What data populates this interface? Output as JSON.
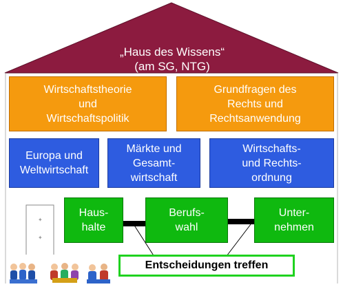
{
  "colors": {
    "roof": "#8c1b3f",
    "orange": "#f59a0e",
    "blue": "#2e5ce0",
    "green": "#0fb90f",
    "decision_border": "#1fd21f"
  },
  "roof": {
    "line1": "„Haus des Wissens“",
    "line2": "(am SG, NTG)"
  },
  "row1": [
    {
      "label": "Wirtschaftstheorie\nund\nWirtschaftspolitik"
    },
    {
      "label": "Grundfragen des\nRechts und\nRechtsanwendung"
    }
  ],
  "row2": [
    {
      "label": "Europa und\nWeltwirtschaft"
    },
    {
      "label": "Märkte und\nGesamt-\nwirtschaft"
    },
    {
      "label": "Wirtschafts-\nund Rechts-\nordnung"
    }
  ],
  "row3": [
    {
      "label": "Haus-\nhalte"
    },
    {
      "label": "Berufs-\nwahl"
    },
    {
      "label": "Unter-\nnehmen"
    }
  ],
  "decision": {
    "label": "Entscheidungen treffen"
  },
  "icons": [
    "people-group-icon",
    "people-group-icon",
    "people-group-icon"
  ]
}
